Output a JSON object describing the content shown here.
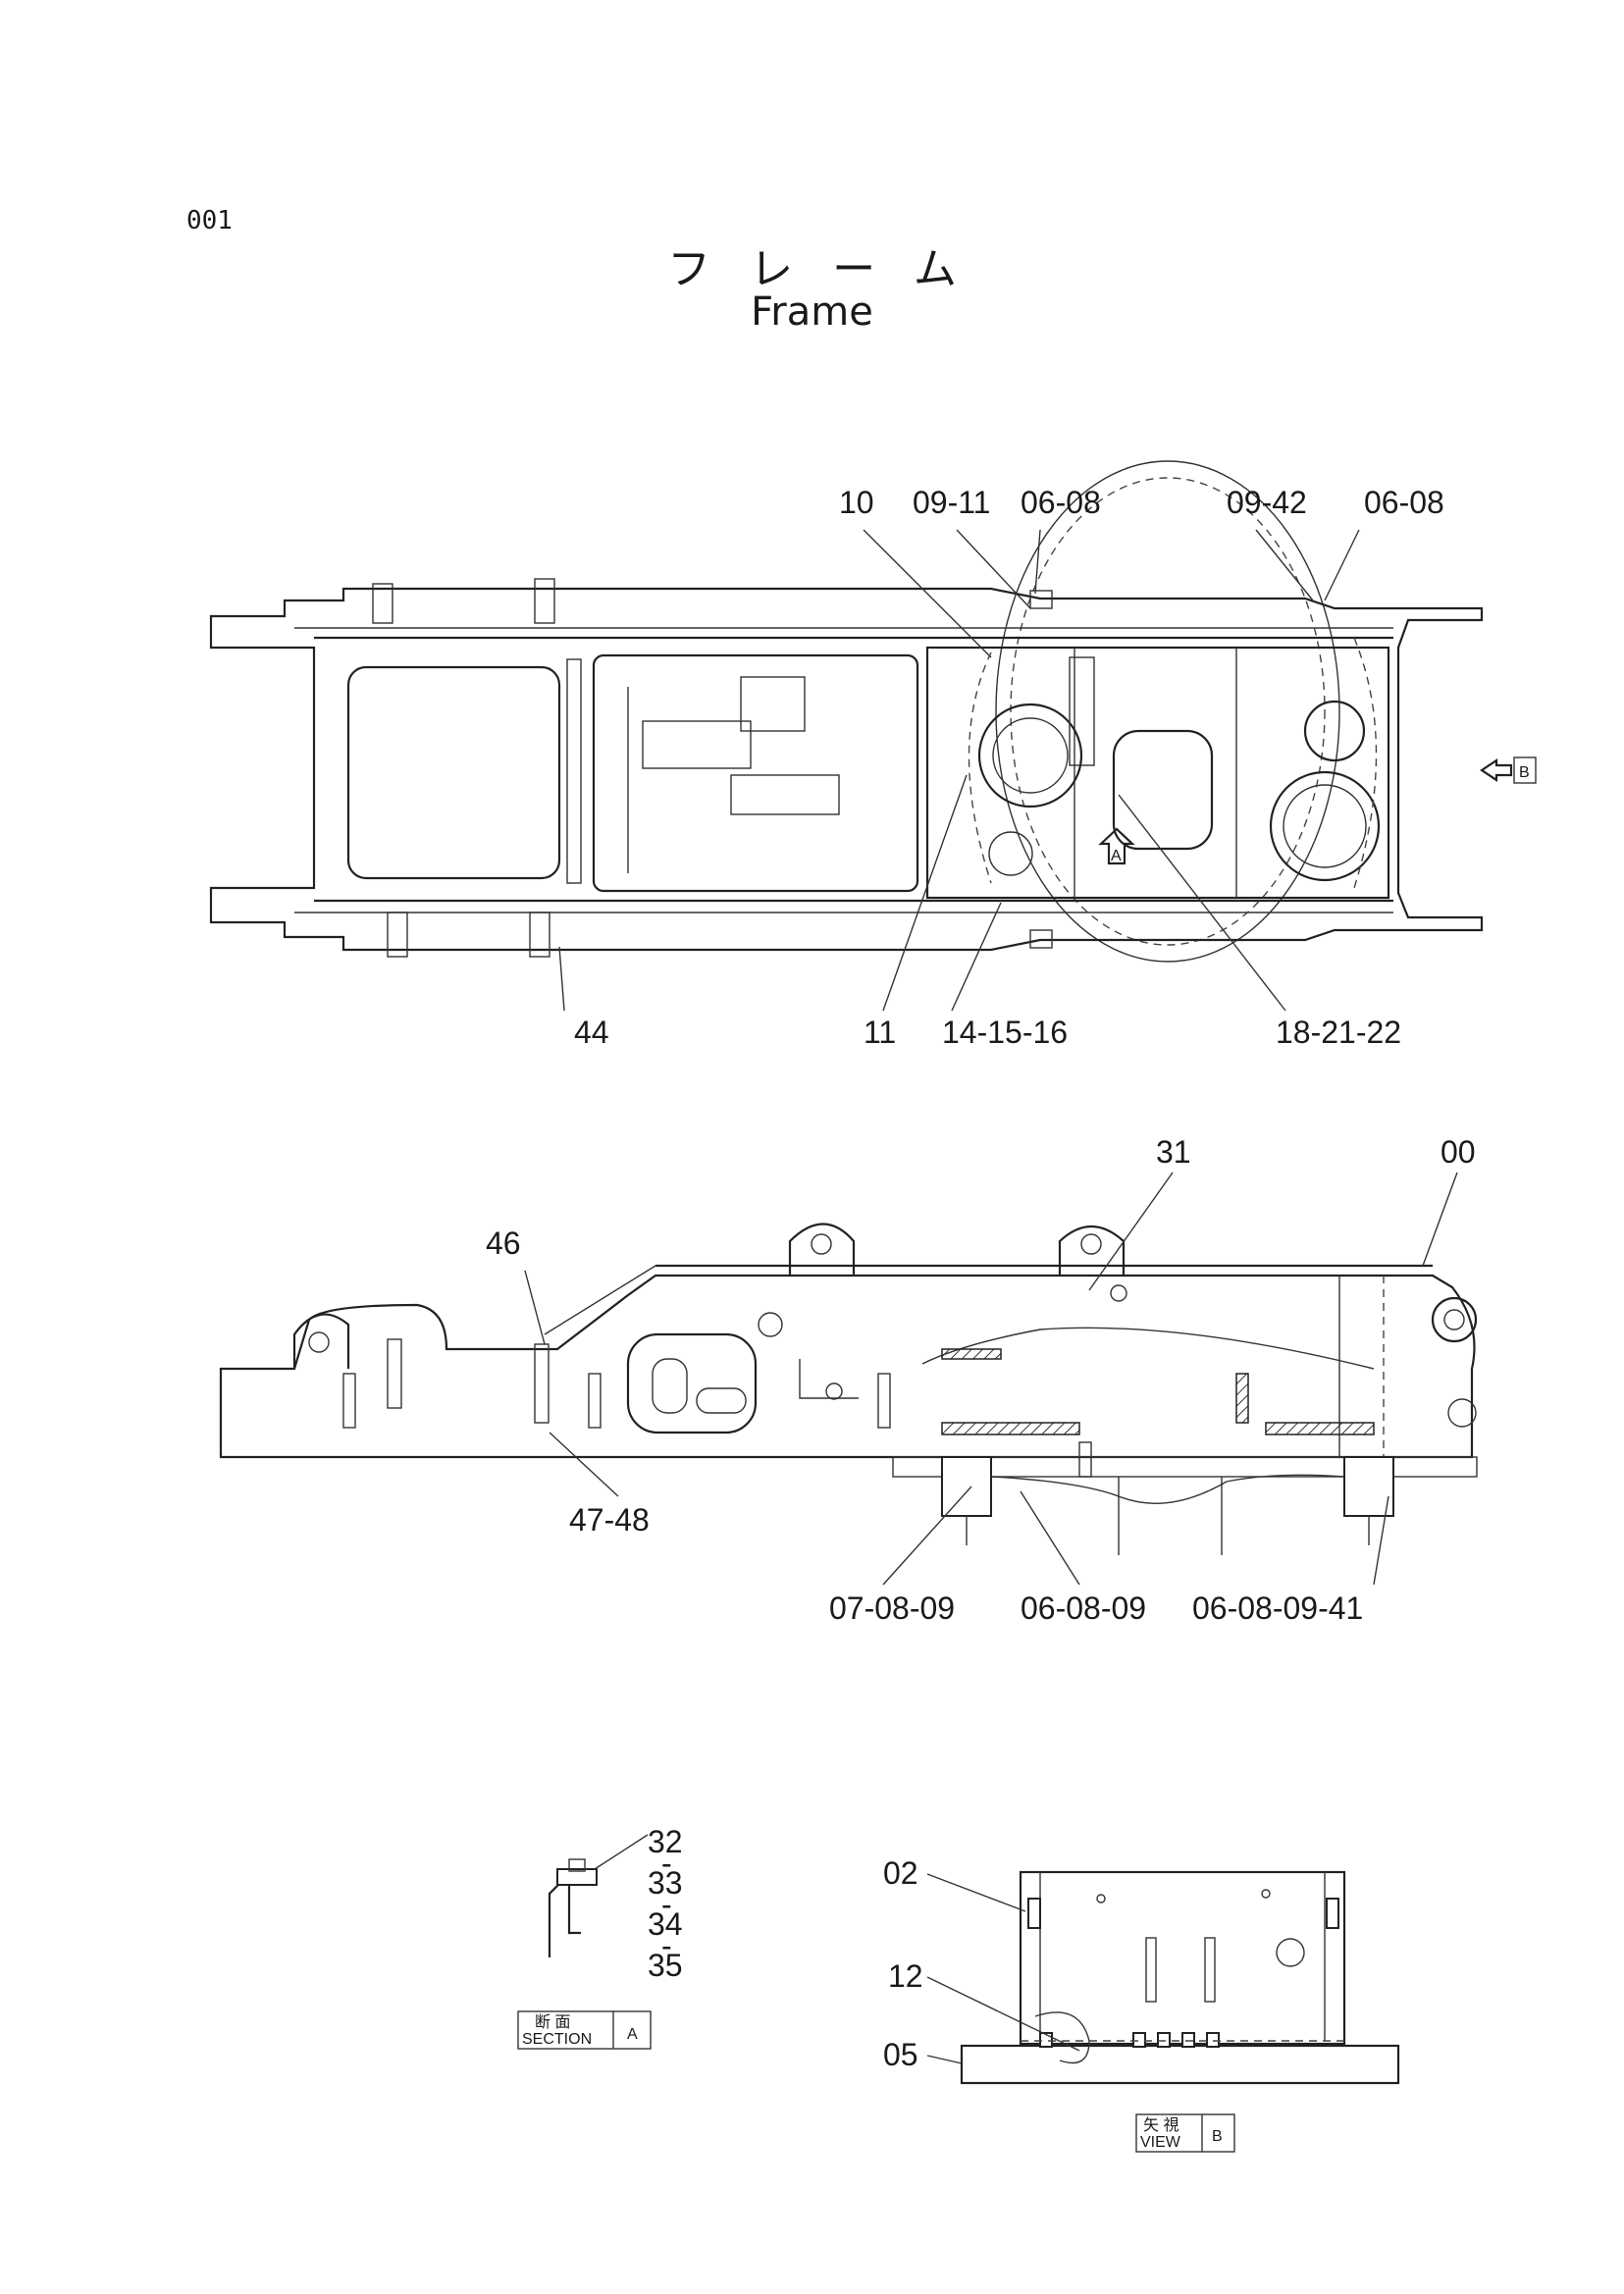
{
  "page_number": "001",
  "title_jp": "フレーム",
  "title_en": "Frame",
  "top_view": {
    "callouts": [
      "10",
      "09-11",
      "06-08",
      "09-42",
      "06-08",
      "44",
      "11",
      "14-15-16",
      "18-21-22"
    ],
    "view_marker_B": "B",
    "view_marker_A": "A"
  },
  "side_view": {
    "callouts": [
      "31",
      "00",
      "46",
      "47-48",
      "07-08-09",
      "06-08-09",
      "06-08-09-41"
    ]
  },
  "section_a": {
    "callouts": [
      "32",
      "-",
      "33",
      "-",
      "34",
      "-",
      "35"
    ],
    "tag_jp": "断 面",
    "tag_en": "SECTION",
    "tag_letter": "A"
  },
  "view_b": {
    "callouts": [
      "02",
      "12",
      "05"
    ],
    "tag_jp": "矢 視",
    "tag_en": "VIEW",
    "tag_letter": "B"
  }
}
